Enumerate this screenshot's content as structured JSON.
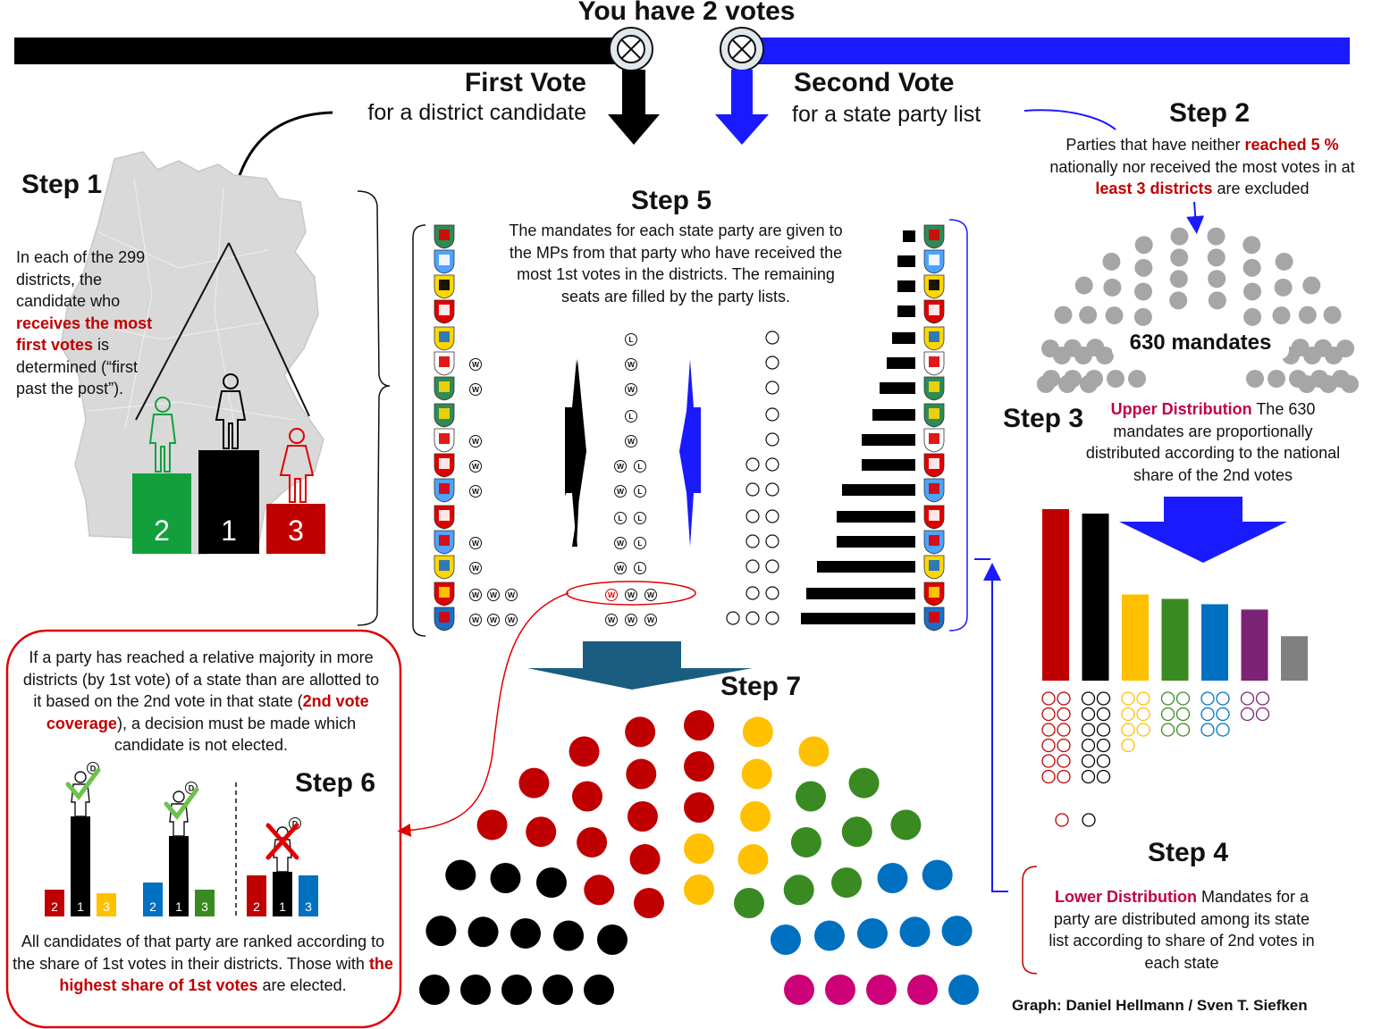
{
  "header": {
    "title": "You have 2 votes"
  },
  "first_vote": {
    "title": "First Vote",
    "subtitle": "for a district candidate"
  },
  "second_vote": {
    "title": "Second Vote",
    "subtitle": "for a state party list"
  },
  "step1": {
    "title": "Step 1",
    "text_a": "In each of the 299 districts, the candidate who",
    "text_red": "receives the most first votes",
    "text_b": "is determined (“first past the post”).",
    "podium": {
      "left": "2",
      "center": "1",
      "right": "3"
    }
  },
  "step2": {
    "title": "Step 2",
    "text_a": "Parties that have neither",
    "text_red1": "reached 5 %",
    "text_b": "nationally nor received the most votes in at",
    "text_red2": "least 3 districts",
    "text_c": "are excluded"
  },
  "parliament": {
    "label": "630 mandates"
  },
  "step3": {
    "title": "Step 3",
    "text_red": "Upper Distribution",
    "text": "The 630 mandates are proportionally distributed according to the national share of the 2nd votes"
  },
  "step4": {
    "title": "Step 4",
    "text_red": "Lower Distribution",
    "text": "Mandates for a party are distributed among its state list according to share of 2nd votes in each state"
  },
  "step5": {
    "title": "Step 5",
    "text": "The mandates for each state party are given to the MPs from that party who have received the most 1st votes in the districts. The remaining seats are filled by the party lists.",
    "w_marker": "W",
    "l_marker": "L"
  },
  "step6": {
    "title": "Step 6",
    "top_a": "If a party has reached a  relative majority in more districts (by 1st vote) of a state than are allotted to it based on the 2nd vote in that state (",
    "top_red": "2nd vote coverage",
    "top_b": "), a decision must be made which candidate is not elected.",
    "bottom_a": "All candidates of that party are ranked according to the share of 1st votes in their districts. Those with",
    "bottom_red": "the highest share of 1st votes",
    "bottom_b": "are elected.",
    "d_marker": "D",
    "bar_labels": [
      "2",
      "1",
      "3"
    ]
  },
  "step7": {
    "title": "Step 7"
  },
  "credit": "Graph: Daniel Hellmann / Sven T. Siefken",
  "colors": {
    "spd": "#c00000",
    "cdu": "#000000",
    "fdp": "#ffc000",
    "green": "#3a8a22",
    "blue": "#0070c0",
    "purple": "#7b2374",
    "gray": "#808080",
    "magenta": "#cc0077",
    "vote_blue": "#1a1aff"
  },
  "chart_data": {
    "type": "bar",
    "categories": [
      "",
      "",
      "",
      "",
      "",
      "",
      ""
    ],
    "values": [
      193,
      188,
      97,
      92,
      86,
      80,
      50
    ],
    "colors": [
      "#c00000",
      "#000000",
      "#ffc000",
      "#3a8a22",
      "#0070c0",
      "#7b2374",
      "#808080"
    ],
    "seat_circles": [
      12,
      12,
      7,
      6,
      6,
      4,
      0
    ],
    "xlabel": "",
    "ylabel": ""
  }
}
